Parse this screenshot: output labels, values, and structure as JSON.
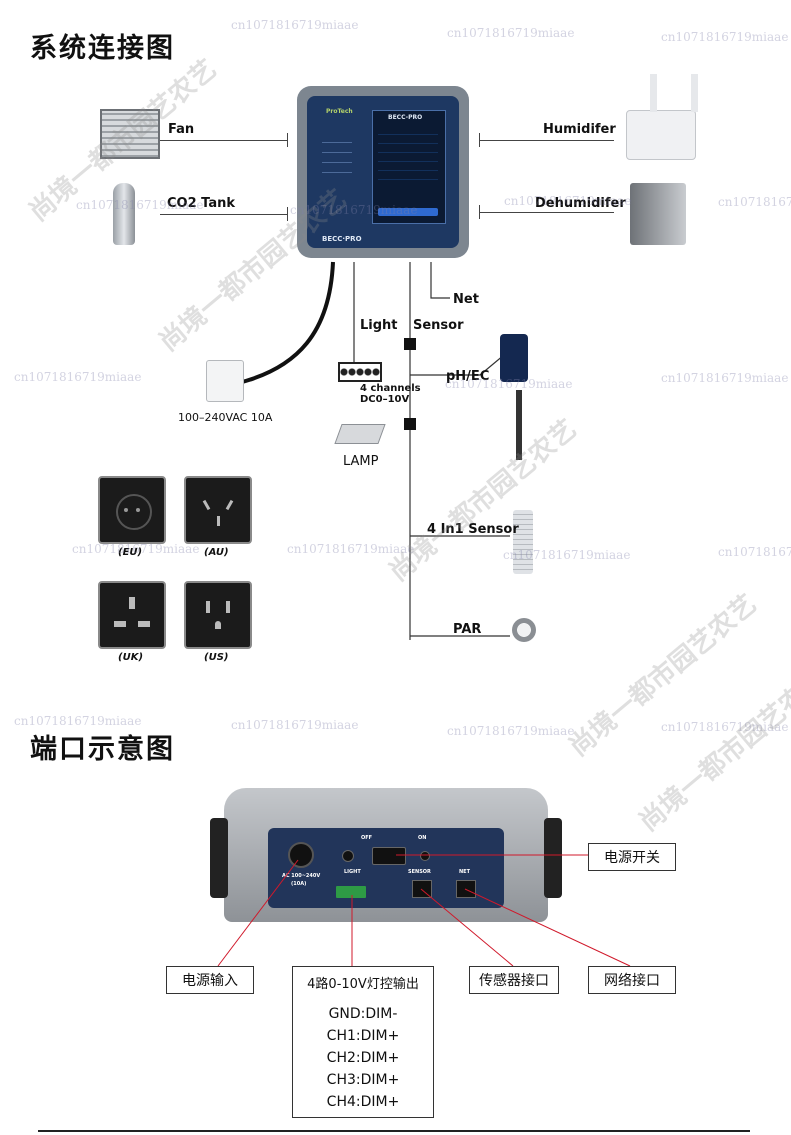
{
  "titles": {
    "connection": "系统连接图",
    "ports": "端口示意图"
  },
  "connection_labels": {
    "fan": "Fan",
    "co2": "CO2 Tank",
    "humidifier": "Humidifer",
    "dehumidifier": "Dehumidifer",
    "net": "Net",
    "light": "Light",
    "sensor": "Sensor",
    "ph_ec": "pH/EC",
    "channels": "4 channels",
    "dc": "DC0–10V",
    "lamp": "LAMP",
    "power": "100–240VAC  10A",
    "four_in_one": "4 In1 Sensor",
    "par": "PAR"
  },
  "controller": {
    "brand": "BECC·PRO",
    "screen_title": "BECC-PRO",
    "logo": "ProTech"
  },
  "sockets": [
    {
      "code": "(EU)"
    },
    {
      "code": "(AU)"
    },
    {
      "code": "(UK)"
    },
    {
      "code": "(US)"
    }
  ],
  "panel_labels": {
    "off": "OFF",
    "on": "ON",
    "ac": "AC 100~240V",
    "ac2": "(10A)",
    "light": "LIGHT",
    "sensor": "SENSOR",
    "net": "NET"
  },
  "port_callouts": {
    "power_switch": "电源开关",
    "power_input": "电源输入",
    "light_out": "4路0-10V灯控输出",
    "sensor_port": "传感器接口",
    "net_port": "网络接口"
  },
  "pinout": [
    "GND:DIM-",
    "CH1:DIM+",
    "CH2:DIM+",
    "CH3:DIM+",
    "CH4:DIM+"
  ],
  "watermarks": {
    "code": "cn1071816719miaae",
    "code_short": "cn10718167",
    "shop": "尚境一都市园艺农艺"
  },
  "colors": {
    "callout_line": "#d0192b",
    "panel_blue": "#1f3a66",
    "device_gray": "#9a9ea5"
  }
}
